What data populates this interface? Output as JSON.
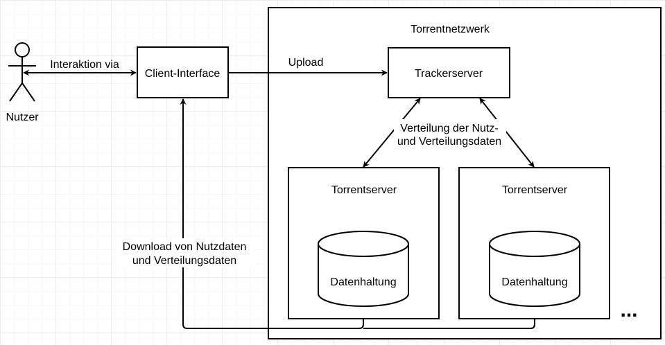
{
  "diagram": {
    "actor": {
      "label": "Nutzer"
    },
    "edges": {
      "interaction": "Interaktion via",
      "upload": "Upload",
      "distribution_line1": "Verteilung der Nutz-",
      "distribution_line2": "und Verteilungsdaten",
      "download_line1": "Download von Nutzdaten",
      "download_line2": "und Verteilungsdaten"
    },
    "nodes": {
      "client": "Client-Interface",
      "network": "Torrentnetzwerk",
      "tracker": "Trackerserver",
      "torrent_server_1": {
        "title": "Torrentserver",
        "storage": "Datenhaltung"
      },
      "torrent_server_2": {
        "title": "Torrentserver",
        "storage": "Datenhaltung"
      }
    },
    "ellipsis": "..."
  }
}
